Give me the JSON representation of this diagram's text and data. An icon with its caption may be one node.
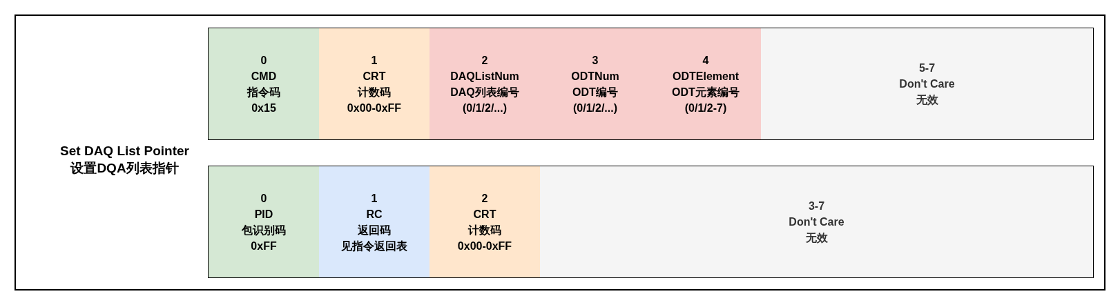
{
  "diagram": {
    "nodes": [
      {
        "text": [],
        "shape": "box"
      },
      {
        "text": [
          "Set DAQ List Pointer",
          "设置DQA列表指针"
        ],
        "in": 0
      },
      {
        "text": [],
        "shape": "box",
        "in": 0
      },
      {
        "text": [
          "0",
          "CMD",
          "指令码",
          "0x15"
        ],
        "in": 2
      },
      {
        "text": [
          "1",
          "CRT",
          "计数码",
          "0x00-0xFF"
        ],
        "in": 2
      },
      {
        "text": [
          "2",
          "DAQListNum",
          "DAQ列表编号",
          "(0/1/2/...)"
        ],
        "in": 2
      },
      {
        "text": [
          "3",
          "ODTNum",
          "ODT编号",
          "(0/1/2/...)"
        ],
        "in": 2
      },
      {
        "text": [
          "4",
          "ODTElement",
          "ODT元素编号",
          "(0/1/2-7)"
        ],
        "in": 2
      },
      {
        "text": [
          "5-7",
          "Don't Care",
          "无效"
        ],
        "in": 2
      },
      {
        "text": [],
        "shape": "box",
        "in": 0
      },
      {
        "text": [
          "0",
          "PID",
          "包识别码",
          "0xFF"
        ],
        "in": 9
      },
      {
        "text": [
          "1",
          "RC",
          "返回码",
          "见指令返回表"
        ],
        "in": 9
      },
      {
        "text": [
          "2",
          "CRT",
          "计数码",
          "0x00-0xFF"
        ],
        "in": 9
      },
      {
        "text": [
          "3-7",
          "Don't Care",
          "无效"
        ],
        "in": 9
      }
    ]
  }
}
